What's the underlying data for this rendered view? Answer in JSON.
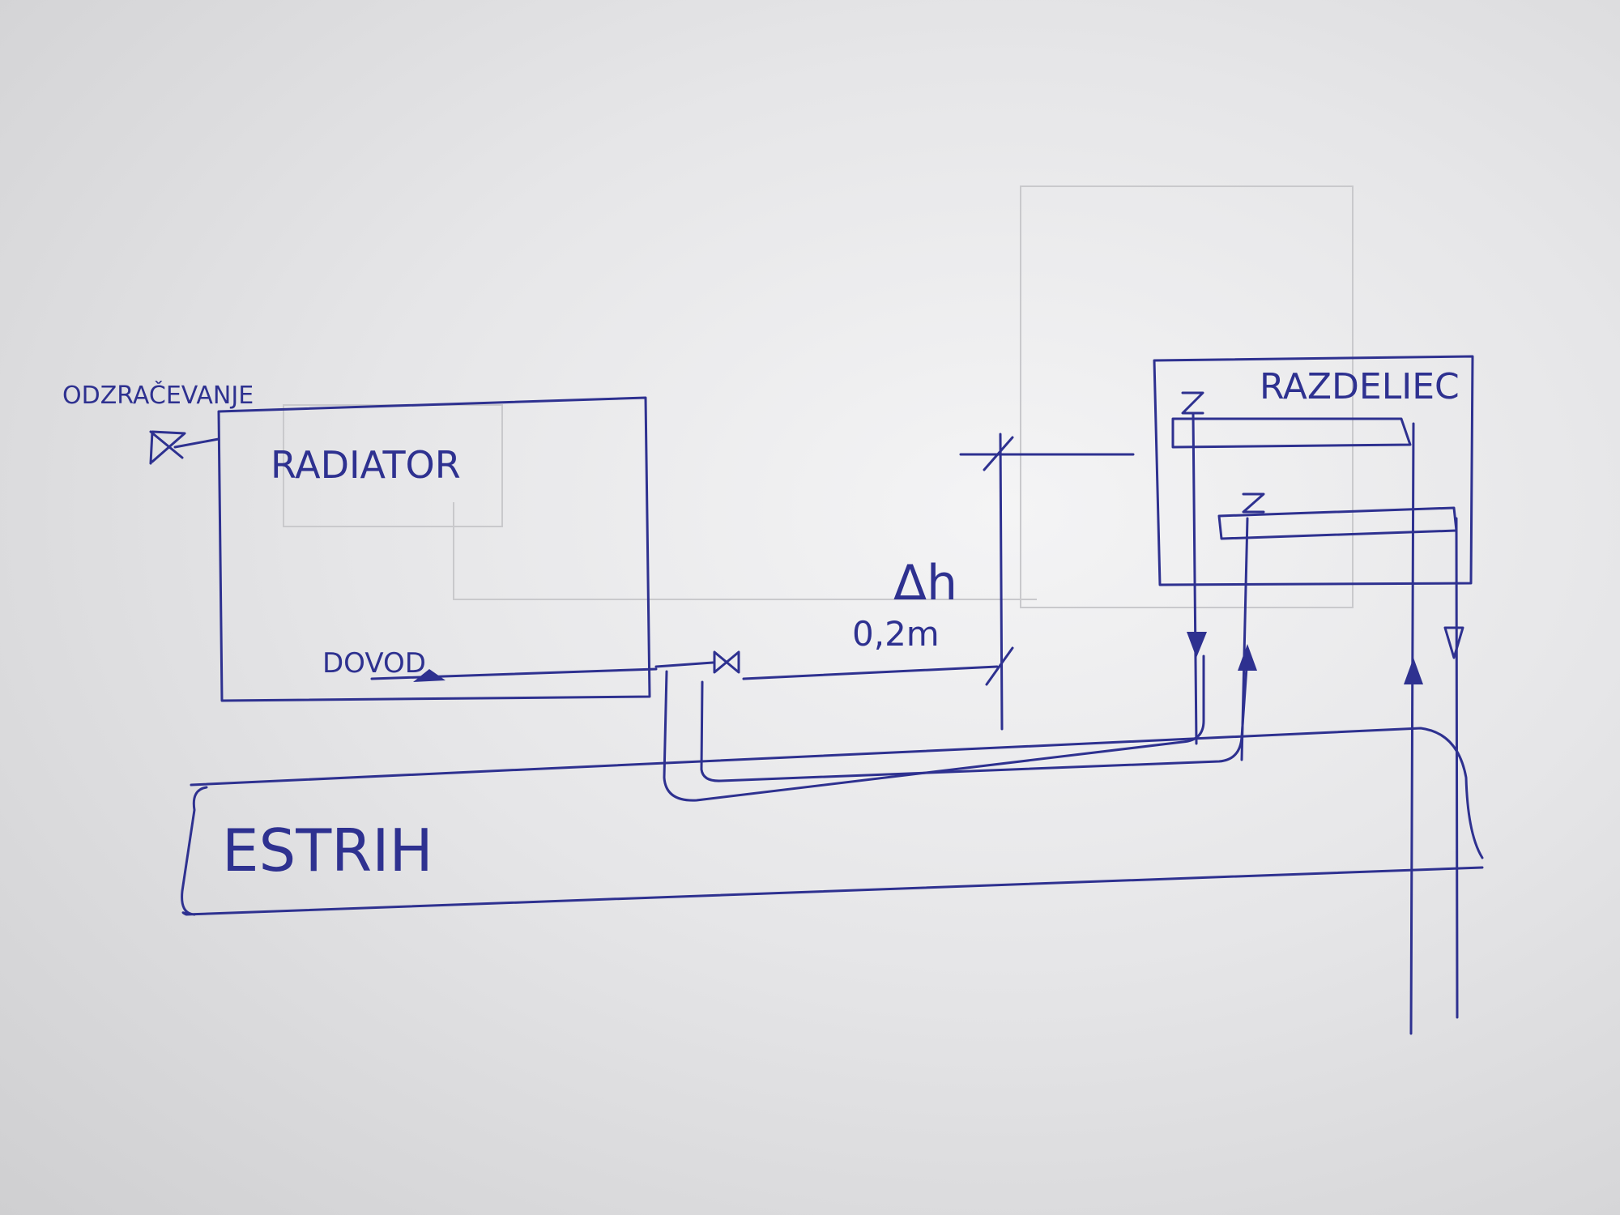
{
  "labels": {
    "vent": "ODZRAČEVANJE",
    "radiator": "RADIATOR",
    "supply": "DOVOD",
    "height_symbol": "Δh",
    "height_value": "0,2m",
    "manifold": "RAZDELIEC",
    "screed": "ESTRIH"
  },
  "colors": {
    "ink": "#2e3190",
    "paper": "#e6e6e8"
  }
}
